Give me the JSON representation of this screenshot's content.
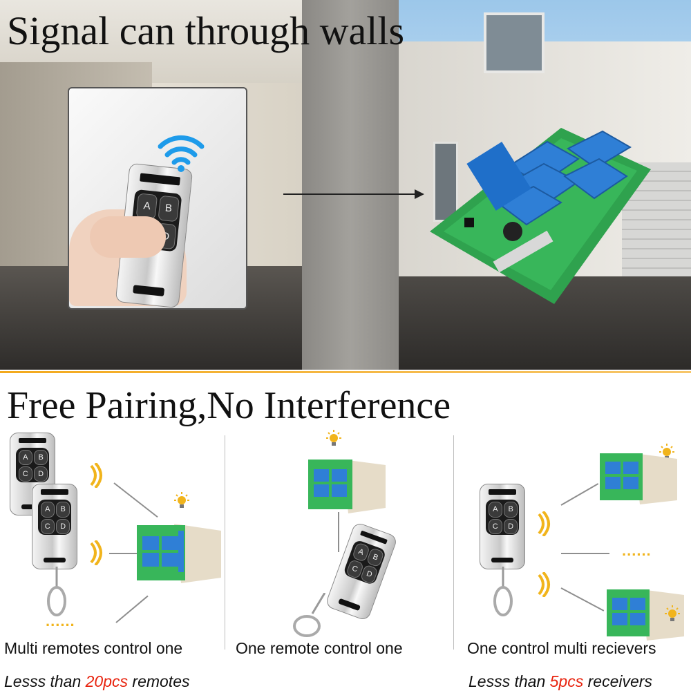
{
  "top": {
    "title": "Signal can through walls",
    "remote_keys": [
      "A",
      "B",
      "D"
    ]
  },
  "bottom": {
    "title": "Free Pairing,No Interference",
    "remote_keys": [
      "A",
      "B",
      "C",
      "D"
    ],
    "panels": [
      {
        "caption": "Multi remotes control one",
        "sub_prefix": "Lesss than ",
        "sub_number": "20pcs",
        "sub_suffix": " remotes"
      },
      {
        "caption": "One remote control one"
      },
      {
        "caption": "One control multi recievers",
        "sub_prefix": "Lesss than ",
        "sub_number": "5pcs",
        "sub_suffix": " receivers"
      }
    ],
    "dots": "......"
  },
  "colors": {
    "accent_orange": "#f3a91c",
    "highlight_red": "#e8230e",
    "wifi_blue": "#1e9bea",
    "relay_blue": "#2f7fd6",
    "pcb_green": "#33a852"
  }
}
